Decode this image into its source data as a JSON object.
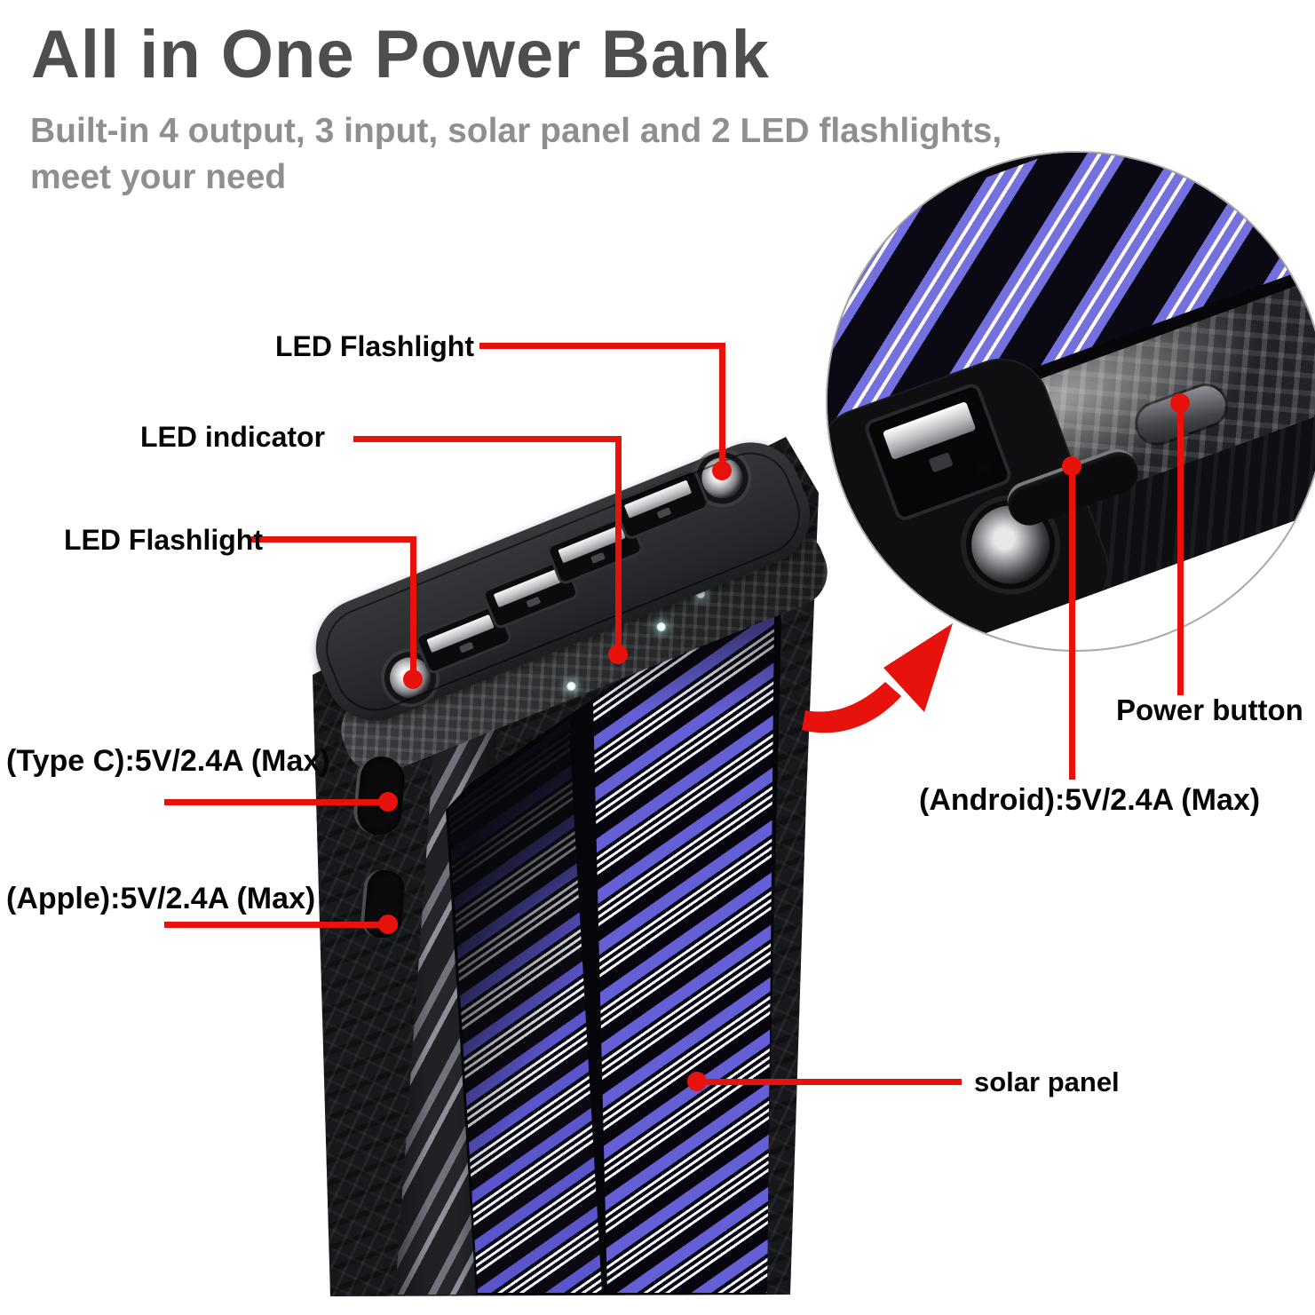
{
  "header": {
    "title": "All in One Power Bank",
    "subtitle_line1": "Built-in 4 output, 3 input, solar panel and 2 LED flashlights,",
    "subtitle_line2": "meet your need"
  },
  "callouts": {
    "led_flashlight_top": "LED Flashlight",
    "led_indicator": "LED indicator",
    "led_flashlight_left": "LED Flashlight",
    "type_c": "(Type C):5V/2.4A (Max)",
    "apple": "(Apple):5V/2.4A (Max)",
    "android": "(Android):5V/2.4A (Max)",
    "power_button": "Power button",
    "solar_panel": "solar panel"
  },
  "colors": {
    "annotation_red": "#e8120c",
    "stripe_blue": "#5b55cc",
    "title_gray": "#4e4e4e",
    "subtitle_gray": "#8f8f8f"
  }
}
